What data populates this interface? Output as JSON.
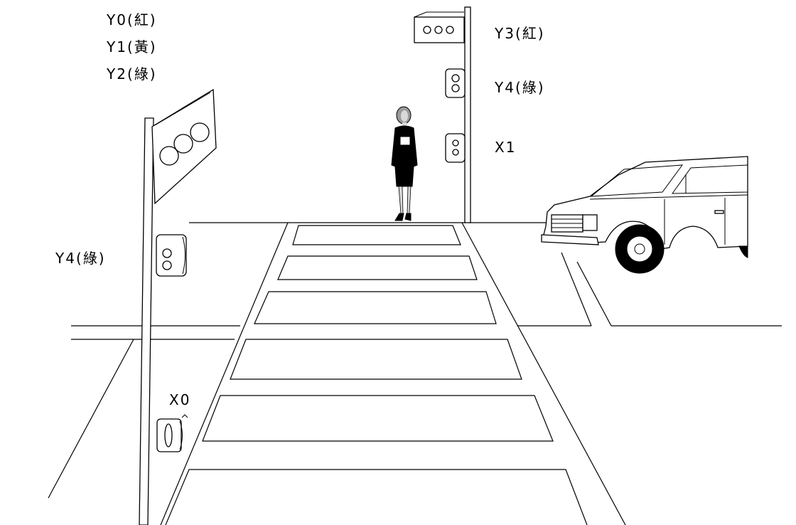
{
  "labels": {
    "y0": "Y0(紅)",
    "y1": "Y1(黃)",
    "y2": "Y2(綠)",
    "y3": "Y3(紅)",
    "y4_right": "Y4(綠)",
    "x1": "X1",
    "y4_left": "Y4(綠)",
    "x0": "X0"
  },
  "colors": {
    "ink": "#000000",
    "paper": "#ffffff",
    "hair": "#9a9a9a",
    "skin": "#d9d9d9"
  },
  "icons": {
    "vehicle_signal": "traffic-light-three-lamp",
    "pedestrian_signal": "traffic-light-two-lamp",
    "push_button": "push-button",
    "pedestrian": "pedestrian-figure",
    "car": "minivan"
  }
}
